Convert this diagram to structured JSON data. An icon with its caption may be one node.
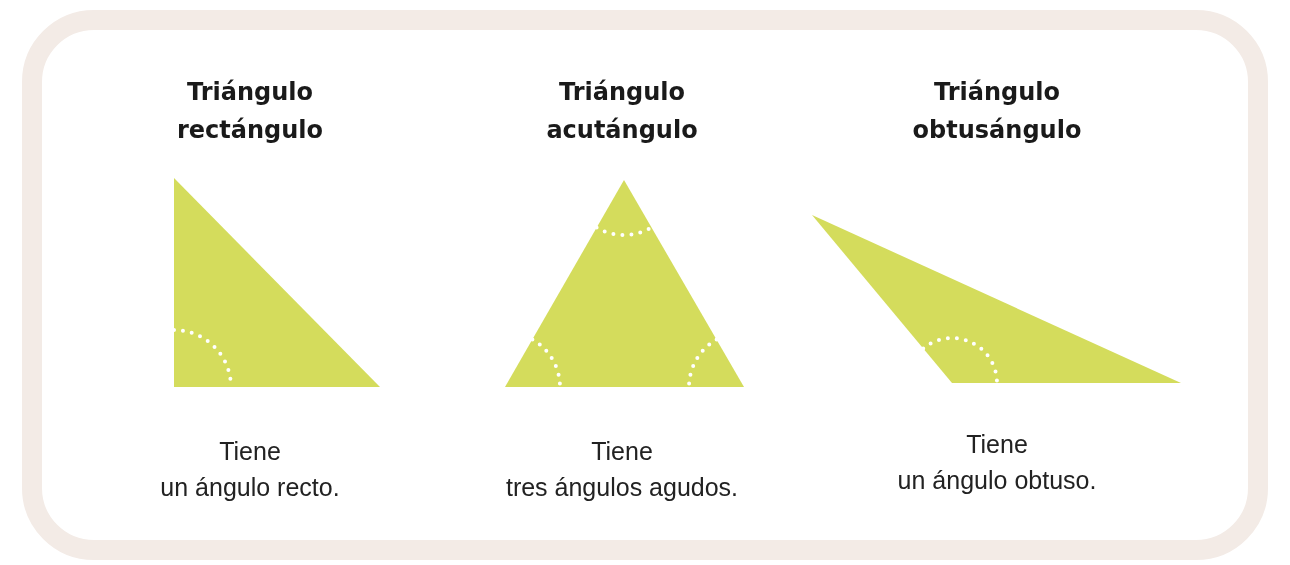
{
  "diagram": {
    "labels": [
      "Triángulo rectángulo",
      "Triángulo acutángulo",
      "Triángulo obtusángulo",
      "Tiene un ángulo recto.",
      "Tiene tres ángulos agudos.",
      "Tiene un ángulo obtuso."
    ]
  }
}
